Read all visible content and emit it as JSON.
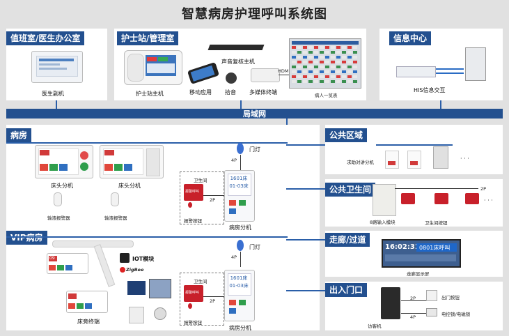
{
  "title": "智慧病房护理呼叫系统图",
  "network": "局域网",
  "duty_room": {
    "header": "值班室/医生办公室",
    "device": "医生副机"
  },
  "nurse_station": {
    "header": "护士站/管理室",
    "main_host": "护士站主机",
    "mobile_app": "移动应用",
    "audio_host": "声音复核主机",
    "pickup": "拾音",
    "media_terminal": "多媒体终端",
    "hdmi": "HDMI",
    "patient_list": "病人一览表"
  },
  "info_center": {
    "header": "信息中心",
    "his": "HIS信息交互"
  },
  "ward": {
    "header": "病房",
    "bedside1": "床头分机",
    "bedside2": "床头分机",
    "alarm1": "输液报警器",
    "alarm2": "输液报警器",
    "door_light": "门灯",
    "wire_4p": "4P",
    "bathroom": "卫生间",
    "wire_2p": "2P",
    "alarm_button": "报警按钮",
    "room_unit": "病房分机",
    "room_screen": {
      "line1": "1601床",
      "line2": "01-03床"
    },
    "bathroom_screen": "报警呼叫"
  },
  "vip_ward": {
    "header": "VIP病房",
    "iot": "IOT模块",
    "zigbee": "ZigBee",
    "bed_terminal": "床旁终端",
    "door_light": "门灯",
    "wire_4p": "4P",
    "bathroom": "卫生间",
    "wire_2p": "2P",
    "alarm_button": "报警按钮",
    "room_unit": "病房分机",
    "room_screen": {
      "line1": "1601床",
      "line2": "01-03床"
    },
    "bathroom_screen": "报警呼叫",
    "bed_screen_num": "09"
  },
  "public_area": {
    "header": "公共区域",
    "intercom": "求助对讲分机",
    "dots": "· · ·"
  },
  "public_toilet": {
    "header": "公共卫生间",
    "wire_2p": "2P",
    "input_module": "8路输入模块",
    "button": "卫生间按钮",
    "dots": "· · ·"
  },
  "corridor": {
    "header": "走廊/过道",
    "time": "16:02:31",
    "call_text": "0801床呼叫",
    "display": "走廊显示屏"
  },
  "entrance": {
    "header": "出入门口",
    "wire_2p": "2P",
    "wire_4p": "4P",
    "exit_button": "出门按钮",
    "lock": "电控锁/电磁锁",
    "access": "访客机"
  },
  "colors": {
    "header_bg": "#23508f",
    "network_line": "#2a5ea8",
    "alarm_red": "#c8202a"
  }
}
